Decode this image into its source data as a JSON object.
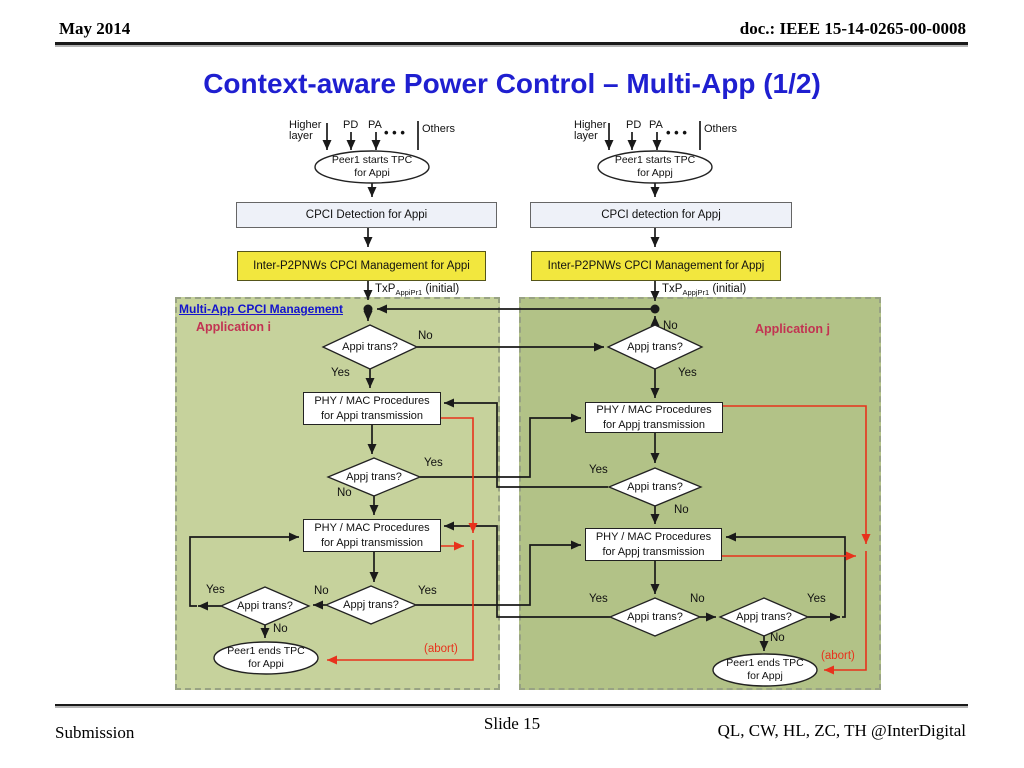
{
  "header": {
    "date": "May 2014",
    "doc": "doc.: IEEE 15-14-0265-00-0008"
  },
  "title": "Context-aware Power Control – Multi-App (1/2)",
  "footer": {
    "left": "Submission",
    "center": "Slide 15",
    "right": "QL, CW, HL, ZC, TH @InterDigital"
  },
  "labels": {
    "yes": "Yes",
    "no": "No",
    "abort": "(abort)",
    "dots": "• • •"
  },
  "feeders": {
    "higher1": "Higher",
    "higher2": "layer",
    "pd": "PD",
    "pa": "PA",
    "others": "Others"
  },
  "management_link": "Multi-App CPCI Management",
  "app_i": {
    "panel_label": "Application i",
    "start1": "Peer1 starts TPC",
    "start2": "for Appi",
    "cpci": "CPCI Detection for Appi",
    "mgmt": "Inter-P2PNWs CPCI Management for Appi",
    "txp": "TxP",
    "txp_sub": "AppiPr1",
    "txp_init": " (initial)",
    "d1": "Appi trans?",
    "d2": "Appj trans?",
    "d3": "Appj trans?",
    "d4": "Appi trans?",
    "phy1a": "PHY / MAC Procedures",
    "phy1b": "for Appi transmission",
    "phy2a": "PHY / MAC Procedures",
    "phy2b": "for Appi transmission",
    "end1": "Peer1 ends TPC",
    "end2": "for Appi"
  },
  "app_j": {
    "panel_label": "Application j",
    "start1": "Peer1 starts TPC",
    "start2": "for Appj",
    "cpci": "CPCI detection for Appj",
    "mgmt": "Inter-P2PNWs CPCI Management for Appj",
    "txp": "TxP",
    "txp_sub": "AppjPr1",
    "txp_init": " (initial)",
    "d1": "Appj trans?",
    "d2": "Appi trans?",
    "d3": "Appi trans?",
    "d4": "Appj trans?",
    "phy1a": "PHY / MAC Procedures",
    "phy1b": "for Appj transmission",
    "phy2a": "PHY / MAC Procedures",
    "phy2b": "for Appj transmission",
    "end1": "Peer1 ends TPC",
    "end2": "for Appj"
  },
  "colors": {
    "title_blue": "#1f1fd0",
    "link_blue": "#1414cc",
    "app_label": "#c23352",
    "panel_i": "#c6d29c",
    "panel_j": "#b2c287",
    "yellow": "#f2e73e",
    "cpci": "#eef1f8",
    "line": "#1a1a1a",
    "red": "#e8321c"
  }
}
